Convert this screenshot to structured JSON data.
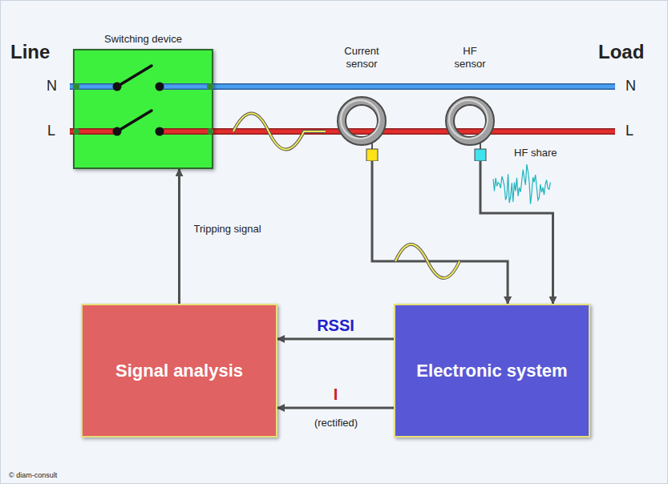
{
  "diagram": {
    "nodes": [
      {
        "text": [
          "Switching device"
        ]
      },
      {
        "text": [
          "Current sensor"
        ]
      },
      {
        "text": [
          "HF sensor"
        ]
      },
      {
        "text": [
          "Signal analysis"
        ]
      },
      {
        "text": [
          "Electronic system"
        ]
      }
    ],
    "edges": [
      {
        "from": 1,
        "to": 4,
        "arrow": "to"
      },
      {
        "from": 2,
        "to": 4,
        "arrow": "to"
      },
      {
        "from": 4,
        "to": 3,
        "label": "RSSI",
        "arrow": "to"
      },
      {
        "from": 4,
        "to": 3,
        "label": "I",
        "arrow": "to"
      },
      {
        "from": 3,
        "to": 0,
        "label": "Tripping signal",
        "arrow": "to"
      }
    ],
    "labels": [
      "Line",
      "Load",
      "N",
      "N",
      "L",
      "L",
      "HF share",
      "(rectified)",
      "© diam-consult"
    ]
  }
}
